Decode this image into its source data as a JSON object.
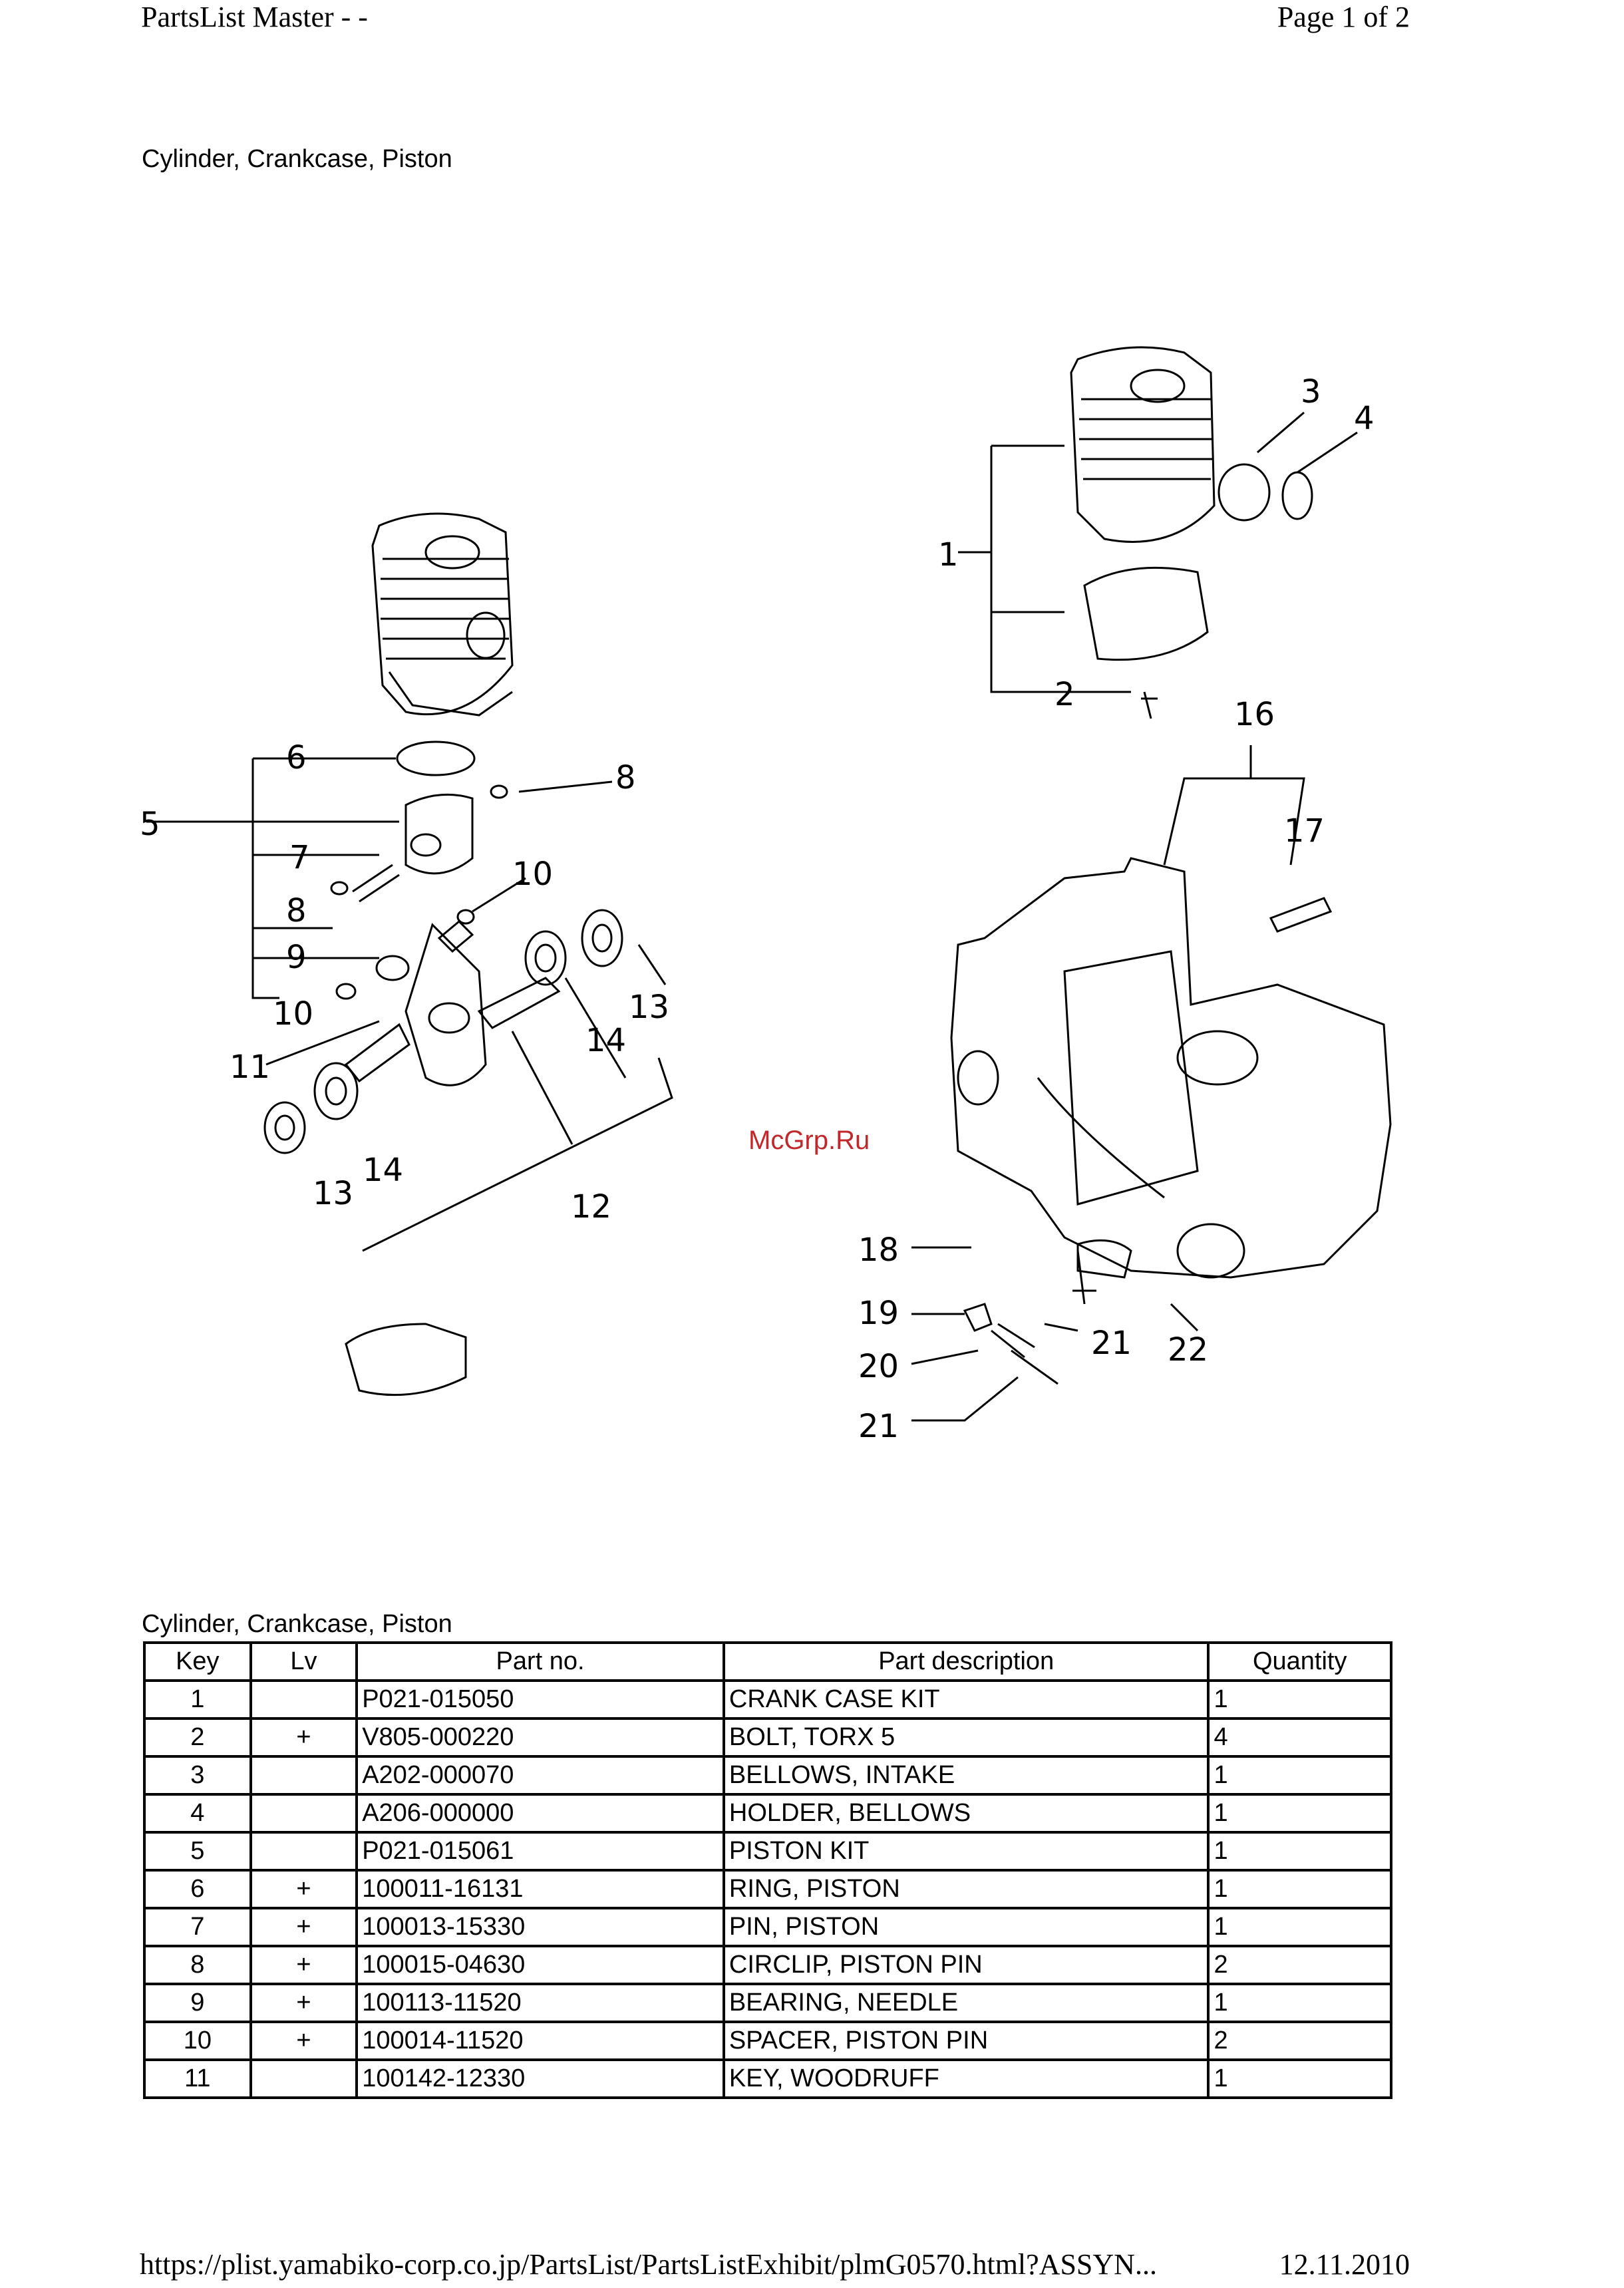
{
  "header": {
    "title": "PartsList Master - -",
    "page": "Page 1 of 2"
  },
  "section_title": "Cylinder, Crankcase, Piston",
  "watermark": "McGrp.Ru",
  "diagram_labels": [
    "1",
    "2",
    "3",
    "4",
    "5",
    "6",
    "7",
    "8",
    "8",
    "9",
    "10",
    "10",
    "11",
    "12",
    "13",
    "13",
    "14",
    "14",
    "16",
    "17",
    "18",
    "19",
    "20",
    "21",
    "21",
    "22"
  ],
  "table": {
    "title": "Cylinder, Crankcase, Piston",
    "columns": [
      "Key",
      "Lv",
      "Part no.",
      "Part description",
      "Quantity"
    ],
    "rows": [
      {
        "key": "1",
        "lv": "",
        "part_no": "P021-015050",
        "description": "CRANK CASE KIT",
        "qty": "1"
      },
      {
        "key": "2",
        "lv": "+",
        "part_no": "V805-000220",
        "description": "BOLT, TORX 5",
        "qty": "4"
      },
      {
        "key": "3",
        "lv": "",
        "part_no": "A202-000070",
        "description": "BELLOWS, INTAKE",
        "qty": "1"
      },
      {
        "key": "4",
        "lv": "",
        "part_no": "A206-000000",
        "description": "HOLDER, BELLOWS",
        "qty": "1"
      },
      {
        "key": "5",
        "lv": "",
        "part_no": "P021-015061",
        "description": "PISTON KIT",
        "qty": "1"
      },
      {
        "key": "6",
        "lv": "+",
        "part_no": "100011-16131",
        "description": "RING, PISTON",
        "qty": "1"
      },
      {
        "key": "7",
        "lv": "+",
        "part_no": "100013-15330",
        "description": "PIN, PISTON",
        "qty": "1"
      },
      {
        "key": "8",
        "lv": "+",
        "part_no": "100015-04630",
        "description": "CIRCLIP, PISTON PIN",
        "qty": "2"
      },
      {
        "key": "9",
        "lv": "+",
        "part_no": "100113-11520",
        "description": "BEARING, NEEDLE",
        "qty": "1"
      },
      {
        "key": "10",
        "lv": "+",
        "part_no": "100014-11520",
        "description": "SPACER, PISTON PIN",
        "qty": "2"
      },
      {
        "key": "11",
        "lv": "",
        "part_no": "100142-12330",
        "description": "KEY, WOODRUFF",
        "qty": "1"
      }
    ]
  },
  "footer": {
    "url": "https://plist.yamabiko-corp.co.jp/PartsList/PartsListExhibit/plmG0570.html?ASSYN...",
    "date": "12.11.2010"
  }
}
